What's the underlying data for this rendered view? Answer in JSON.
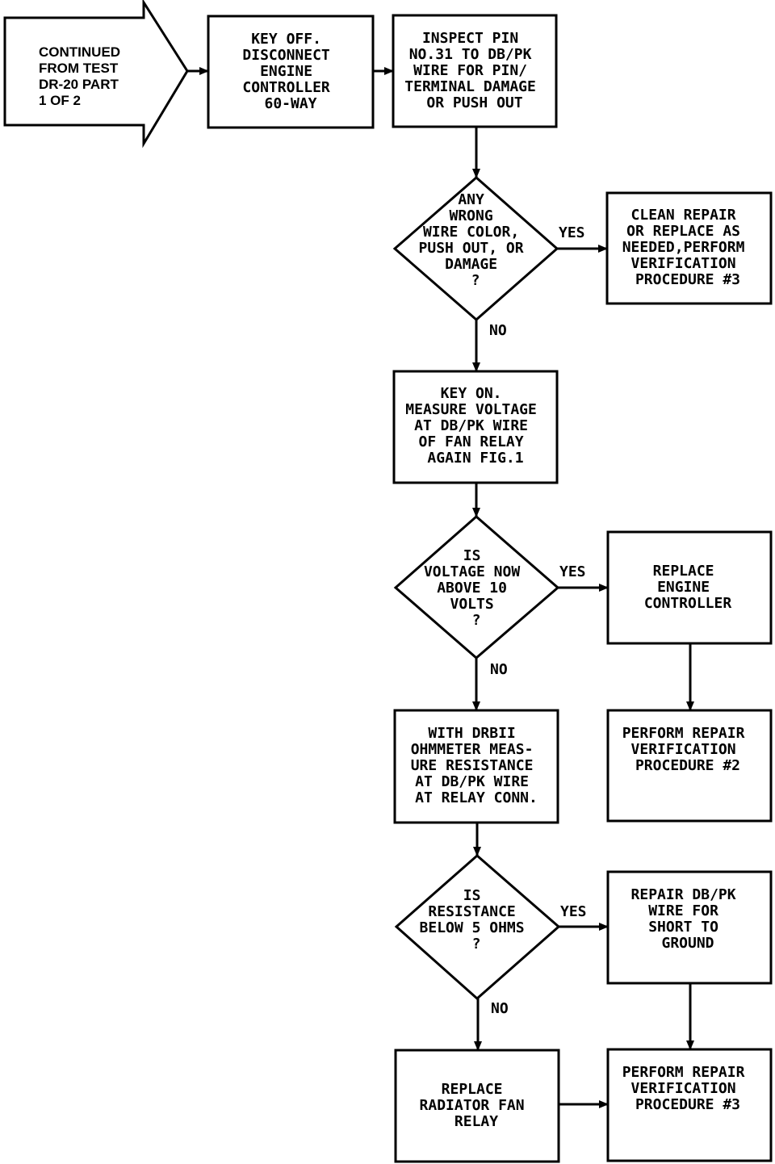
{
  "start": {
    "lines": [
      "CONTINUED",
      "FROM TEST",
      "DR-20 PART",
      "1 OF 2"
    ]
  },
  "nodes": {
    "key_off": [
      "KEY OFF.",
      "DISCONNECT",
      "ENGINE",
      "CONTROLLER",
      "60-WAY"
    ],
    "inspect_pin": [
      "INSPECT PIN",
      "NO.31 TO DB/PK",
      "WIRE FOR PIN/",
      "TERMINAL DAMAGE",
      "OR PUSH OUT"
    ],
    "decision_wrong_wire": [
      "ANY",
      "WRONG",
      "WIRE COLOR,",
      "PUSH OUT, OR",
      "DAMAGE",
      "?"
    ],
    "clean_repair": [
      "CLEAN REPAIR",
      "OR REPLACE AS",
      "NEEDED,PERFORM",
      "VERIFICATION",
      "PROCEDURE #3"
    ],
    "key_on_measure": [
      "KEY ON.",
      "MEASURE VOLTAGE",
      "AT DB/PK WIRE",
      "OF FAN RELAY",
      "AGAIN FIG.1"
    ],
    "decision_voltage": [
      "IS",
      "VOLTAGE NOW",
      "ABOVE 10",
      "VOLTS",
      "?"
    ],
    "replace_controller": [
      "REPLACE",
      "ENGINE",
      "CONTROLLER"
    ],
    "verify_2": [
      "PERFORM REPAIR",
      "VERIFICATION",
      "PROCEDURE #2"
    ],
    "ohmmeter": [
      "WITH DRBII",
      "OHMMETER MEAS-",
      "URE RESISTANCE",
      "AT DB/PK WIRE",
      "AT RELAY CONN."
    ],
    "decision_resistance": [
      "IS",
      "RESISTANCE",
      "BELOW 5 OHMS",
      "?"
    ],
    "repair_short": [
      "REPAIR DB/PK",
      "WIRE FOR",
      "SHORT TO",
      "GROUND"
    ],
    "replace_relay": [
      "REPLACE",
      "RADIATOR FAN",
      "RELAY"
    ],
    "verify_3": [
      "PERFORM REPAIR",
      "VERIFICATION",
      "PROCEDURE #3"
    ]
  },
  "labels": {
    "yes_1": "YES",
    "no_1": "NO",
    "yes_2": "YES",
    "no_2": "NO",
    "yes_3": "YES",
    "no_3": "NO"
  }
}
